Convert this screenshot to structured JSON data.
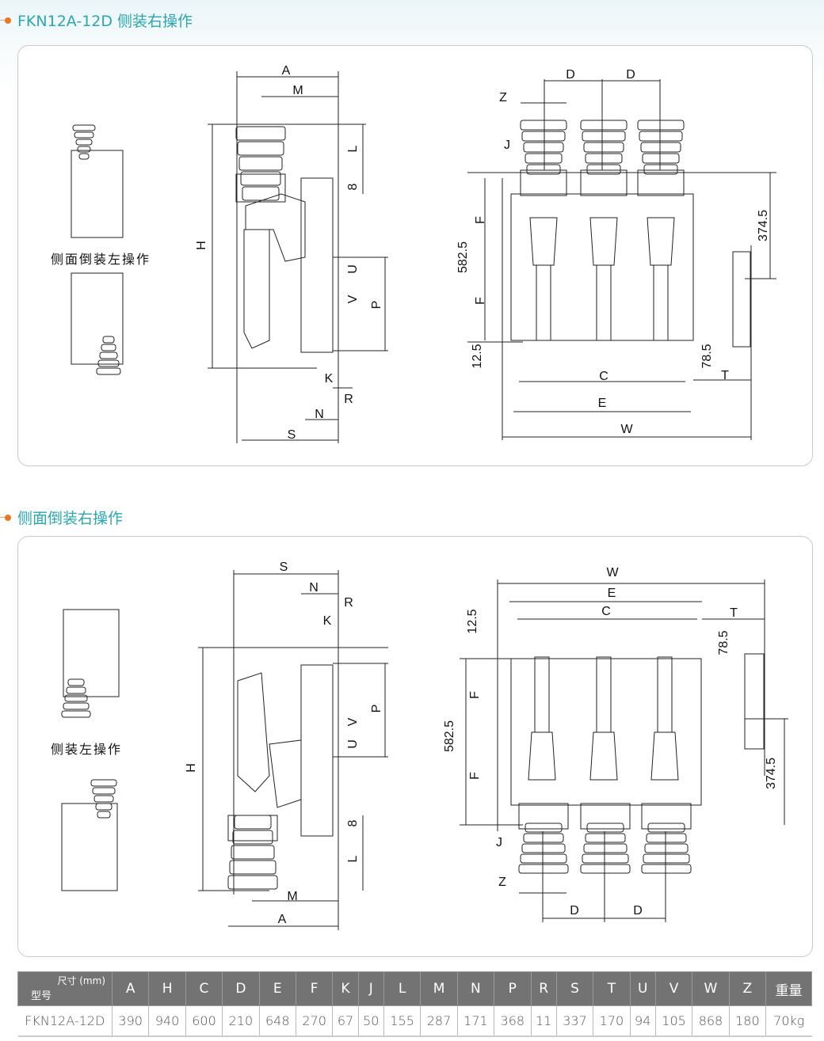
{
  "sections": [
    {
      "title": "FKN12A-12D 侧装右操作",
      "side_label": "侧面倒装左操作",
      "side_dims": [
        "A",
        "M",
        "L",
        "8",
        "H",
        "U",
        "V",
        "P",
        "K",
        "R",
        "N",
        "S"
      ],
      "front_dims": [
        "D",
        "D",
        "Z",
        "J",
        "F",
        "582.5",
        "F",
        "12.5",
        "374.5",
        "78.5",
        "T",
        "C",
        "E",
        "W"
      ]
    },
    {
      "title": "侧面倒装右操作",
      "side_label": "侧装左操作",
      "side_dims": [
        "S",
        "N",
        "R",
        "K",
        "P",
        "V",
        "U",
        "H",
        "8",
        "L",
        "M",
        "A"
      ],
      "front_dims": [
        "W",
        "E",
        "C",
        "T",
        "12.5",
        "78.5",
        "F",
        "582.5",
        "F",
        "374.5",
        "J",
        "Z",
        "D",
        "D"
      ]
    }
  ],
  "table": {
    "unit_header": "尺寸 (mm)",
    "model_header": "型号",
    "columns": [
      "A",
      "H",
      "C",
      "D",
      "E",
      "F",
      "K",
      "J",
      "L",
      "M",
      "N",
      "P",
      "R",
      "S",
      "T",
      "U",
      "V",
      "W",
      "Z",
      "重量"
    ],
    "rows": [
      {
        "model": "FKN12A-12D",
        "values": [
          "390",
          "940",
          "600",
          "210",
          "648",
          "270",
          "67",
          "50",
          "155",
          "287",
          "171",
          "368",
          "11",
          "337",
          "170",
          "94",
          "105",
          "868",
          "180",
          "70kg"
        ]
      }
    ]
  }
}
